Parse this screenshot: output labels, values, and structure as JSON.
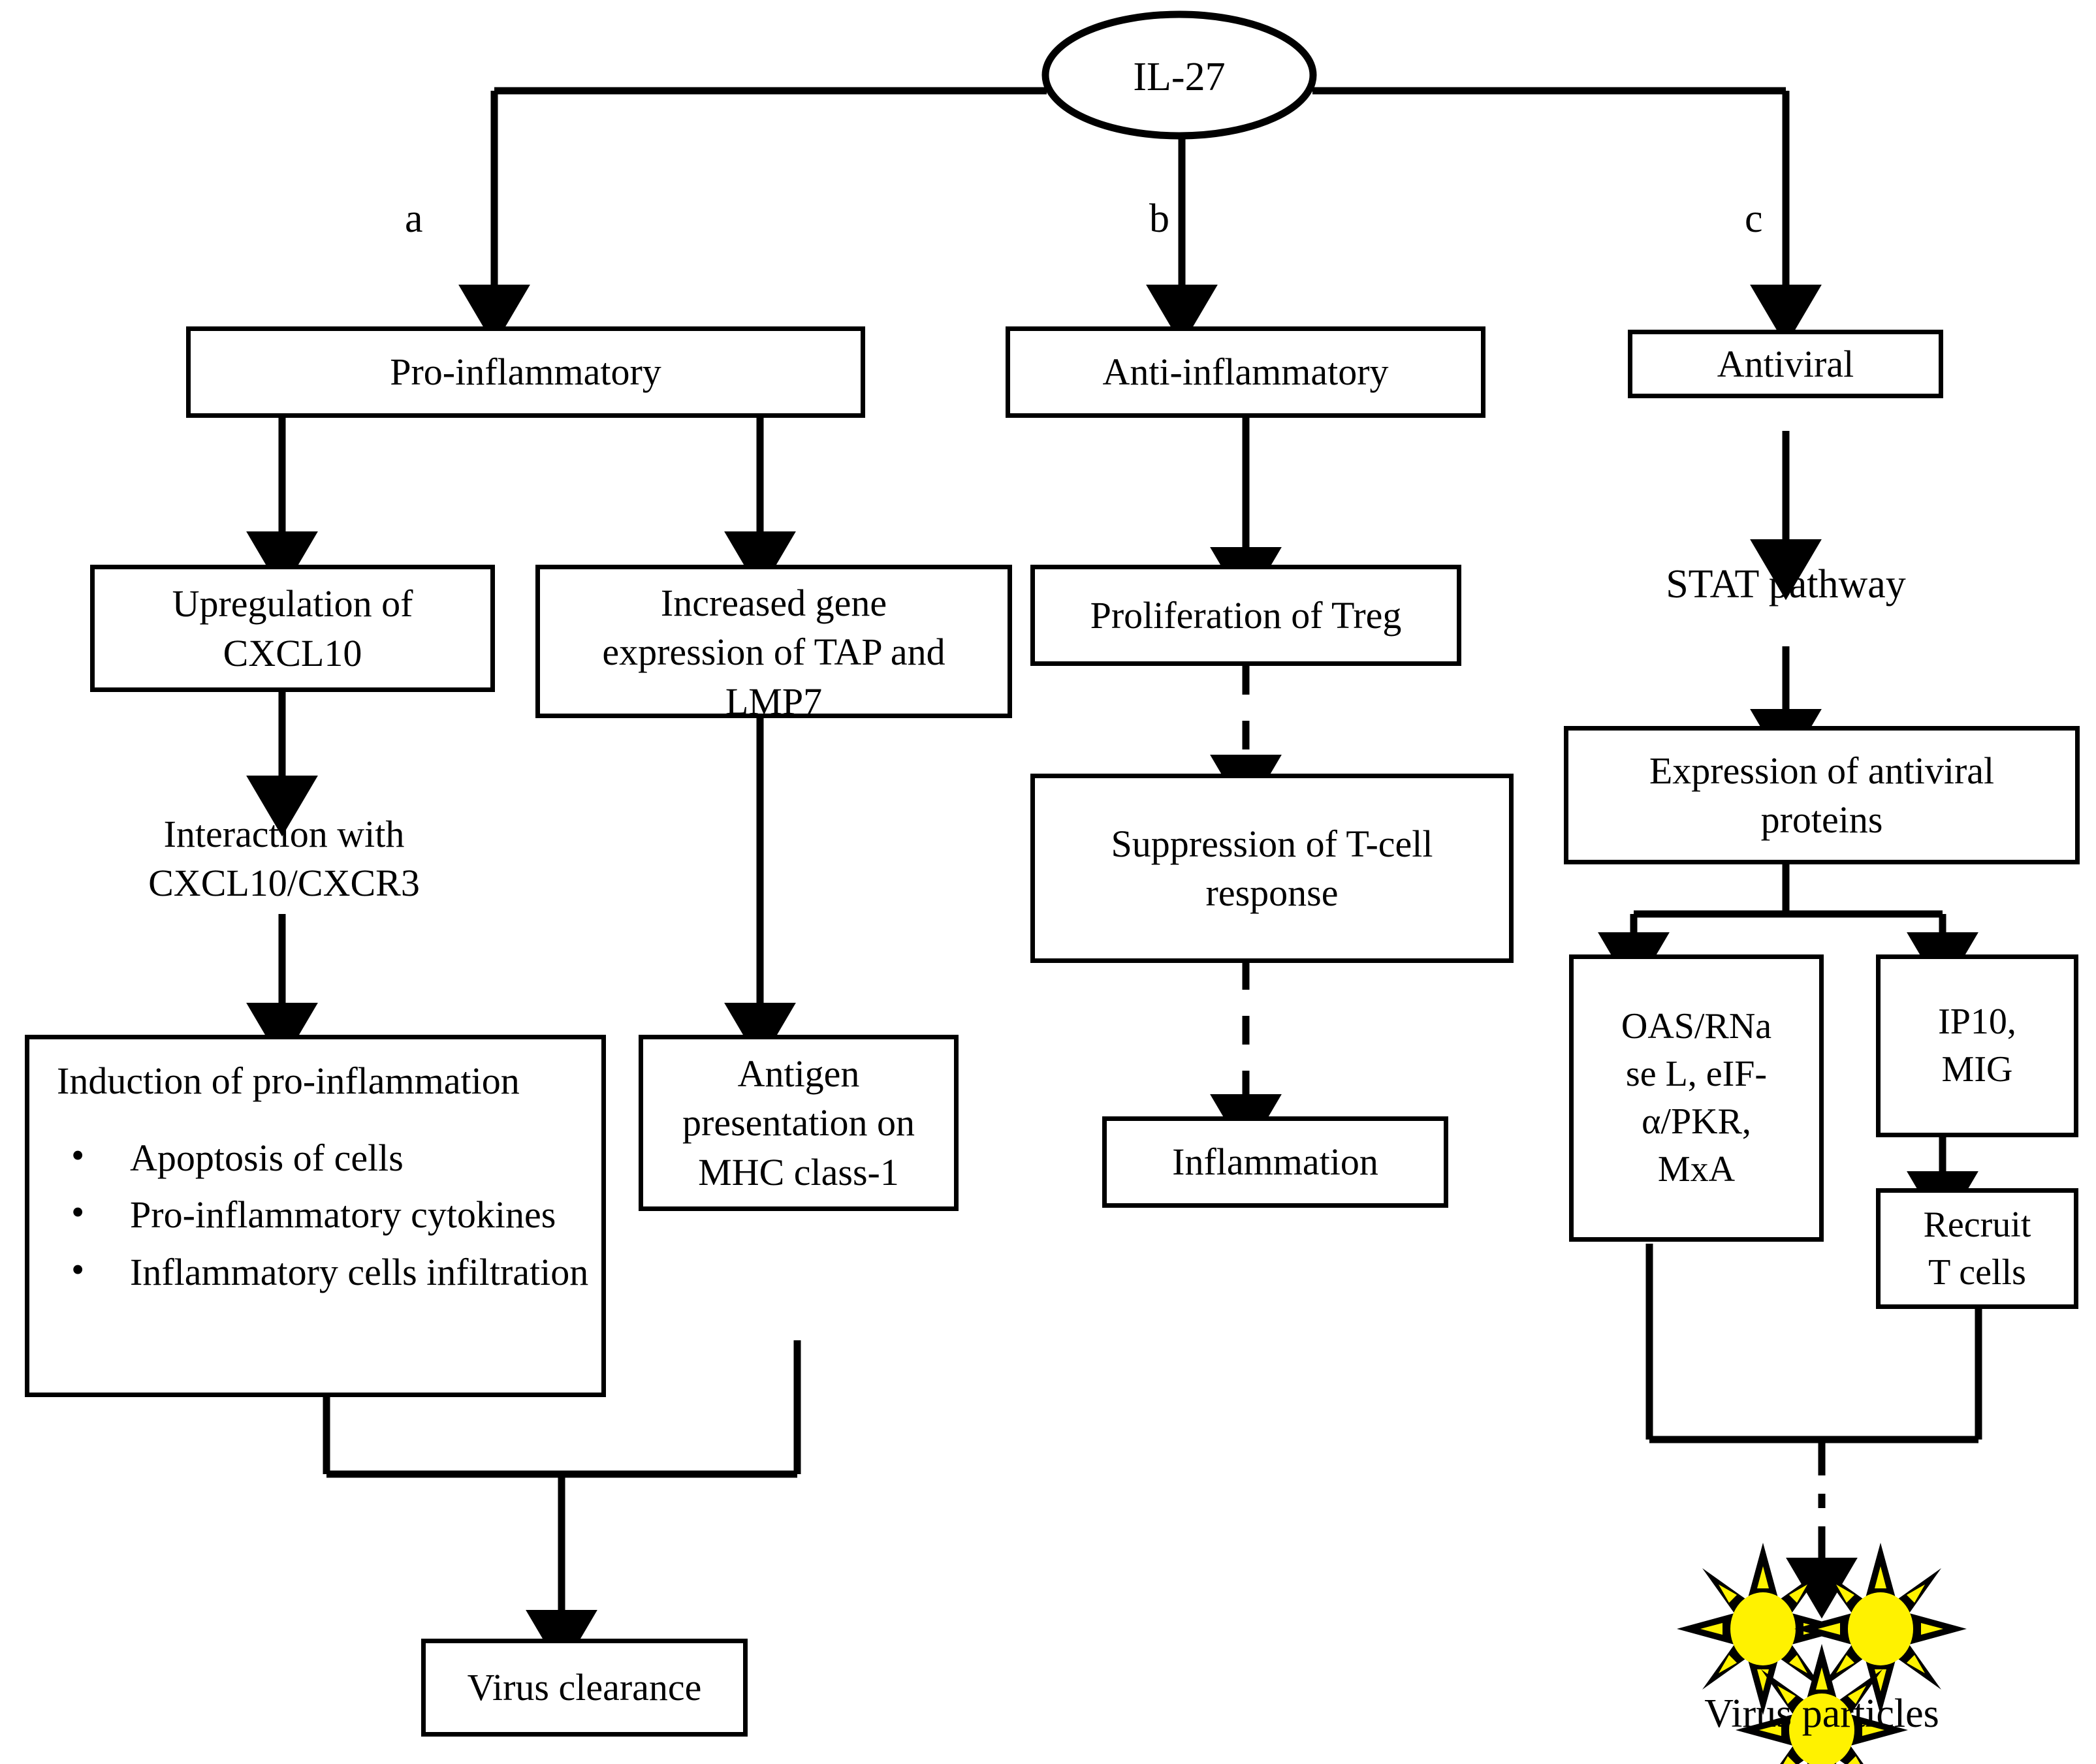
{
  "diagram": {
    "title_node": "IL-27",
    "branch_labels": {
      "a": "a",
      "b": "b",
      "c": "c"
    },
    "nodes": {
      "il27": "IL-27",
      "pro_inflammatory": "Pro-inflammatory",
      "anti_inflammatory": "Anti-inflammatory",
      "antiviral": "Antiviral",
      "upregulation_cxcl10_l1": "Upregulation of",
      "upregulation_cxcl10_l2": "CXCL10",
      "increased_gene_l1": "Increased gene",
      "increased_gene_l2": "expression of TAP and",
      "increased_gene_l3": "LMP7",
      "proliferation_treg": "Proliferation of Treg",
      "stat_pathway": "STAT pathway",
      "interaction_l1": "Interaction with",
      "interaction_l2": "CXCL10/CXCR3",
      "suppression_l1": "Suppression of T-cell",
      "suppression_l2": "response",
      "expression_antiviral_l1": "Expression of antiviral",
      "expression_antiviral_l2": "proteins",
      "induction_heading": "Induction of pro-inflammation",
      "induction_bullets": [
        "Apoptosis of cells",
        "Pro-inflammatory cytokines",
        "Inflammatory cells infiltration"
      ],
      "antigen_l1": "Antigen",
      "antigen_l2": "presentation on",
      "antigen_l3": "MHC class-1",
      "inflammation": "Inflammation",
      "oas_l1": "OAS/RNa",
      "oas_l2": "se L, eIF-",
      "oas_l3": "α/PKR,",
      "oas_l4": "MxA",
      "ip10_l1": "IP10,",
      "ip10_l2": "MIG",
      "recruit_l1": "Recruit",
      "recruit_l2": "T cells",
      "virus_clearance": "Virus clearance",
      "virus_particles_caption": "Virus particles"
    },
    "colors": {
      "stroke": "#000000",
      "background": "#ffffff",
      "virus_core": "#FFF200",
      "virus_spike": "#000000"
    },
    "edges": [
      {
        "from": "il27",
        "to": "pro_inflammatory",
        "style": "solid",
        "label": "a"
      },
      {
        "from": "il27",
        "to": "anti_inflammatory",
        "style": "solid",
        "label": "b"
      },
      {
        "from": "il27",
        "to": "antiviral",
        "style": "solid",
        "label": "c"
      },
      {
        "from": "pro_inflammatory",
        "to": "upregulation_cxcl10",
        "style": "solid"
      },
      {
        "from": "pro_inflammatory",
        "to": "increased_gene",
        "style": "solid"
      },
      {
        "from": "upregulation_cxcl10",
        "to": "interaction",
        "style": "solid"
      },
      {
        "from": "interaction",
        "to": "induction",
        "style": "solid"
      },
      {
        "from": "increased_gene",
        "to": "antigen",
        "style": "solid"
      },
      {
        "from": "induction",
        "to": "virus_clearance",
        "style": "solid"
      },
      {
        "from": "antigen",
        "to": "virus_clearance",
        "style": "solid"
      },
      {
        "from": "anti_inflammatory",
        "to": "proliferation_treg",
        "style": "solid"
      },
      {
        "from": "proliferation_treg",
        "to": "suppression",
        "style": "dashed"
      },
      {
        "from": "suppression",
        "to": "inflammation",
        "style": "dashed"
      },
      {
        "from": "antiviral",
        "to": "stat_pathway",
        "style": "solid"
      },
      {
        "from": "stat_pathway",
        "to": "expression_antiviral",
        "style": "solid"
      },
      {
        "from": "expression_antiviral",
        "to": "oas",
        "style": "solid"
      },
      {
        "from": "expression_antiviral",
        "to": "ip10",
        "style": "solid"
      },
      {
        "from": "ip10",
        "to": "recruit",
        "style": "solid"
      },
      {
        "from": "oas",
        "to": "virus_particles",
        "style": "dashed"
      },
      {
        "from": "recruit",
        "to": "virus_particles",
        "style": "dashed"
      }
    ]
  }
}
